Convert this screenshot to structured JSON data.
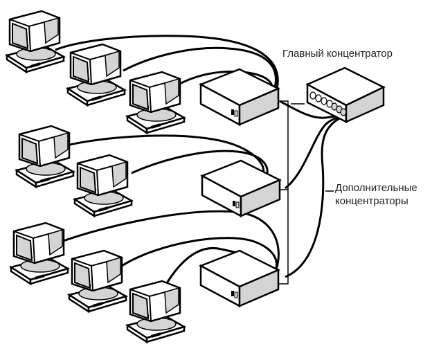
{
  "labels": {
    "main_hub": "Главный концентратор",
    "extra_hubs_line1": "Дополнительные",
    "extra_hubs_line2": "концентраторы"
  },
  "nodes": {
    "computers": [
      {
        "id": "pc-1",
        "group": 1
      },
      {
        "id": "pc-2",
        "group": 1
      },
      {
        "id": "pc-3",
        "group": 1
      },
      {
        "id": "pc-4",
        "group": 2
      },
      {
        "id": "pc-5",
        "group": 2
      },
      {
        "id": "pc-6",
        "group": 3
      },
      {
        "id": "pc-7",
        "group": 3
      },
      {
        "id": "pc-8",
        "group": 3
      }
    ],
    "hubs": [
      {
        "id": "hub-1",
        "type": "additional"
      },
      {
        "id": "hub-2",
        "type": "additional"
      },
      {
        "id": "hub-3",
        "type": "additional"
      },
      {
        "id": "main-hub",
        "type": "main"
      }
    ]
  },
  "colors": {
    "stroke": "#000000",
    "fill_gray": "#d4d4d4",
    "fill_white": "#ffffff"
  }
}
